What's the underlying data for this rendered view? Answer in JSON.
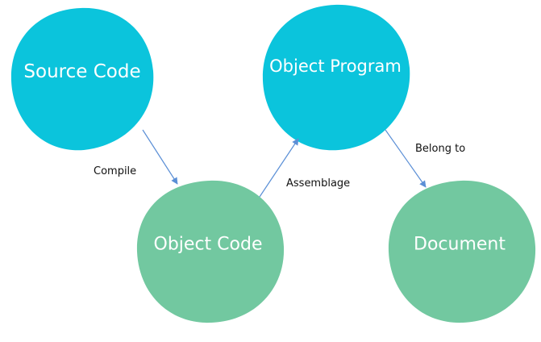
{
  "colors": {
    "cyan_node": "#0bc4dc",
    "green_node": "#72c8a0",
    "arrow": "#5b8fd6",
    "edge_text": "#111111"
  },
  "nodes": {
    "source_code": {
      "label": "Source Code",
      "color": "cyan"
    },
    "object_program": {
      "label": "Object Program",
      "color": "cyan"
    },
    "object_code": {
      "label": "Object Code",
      "color": "green"
    },
    "document": {
      "label": "Document",
      "color": "green"
    }
  },
  "edges": {
    "compile": {
      "label": "Compile",
      "from": "Source Code",
      "to": "Object Code"
    },
    "assemblage": {
      "label": "Assemblage",
      "from": "Object Code",
      "to": "Object Program"
    },
    "belong_to": {
      "label": "Belong to",
      "from": "Object Program",
      "to": "Document"
    }
  }
}
